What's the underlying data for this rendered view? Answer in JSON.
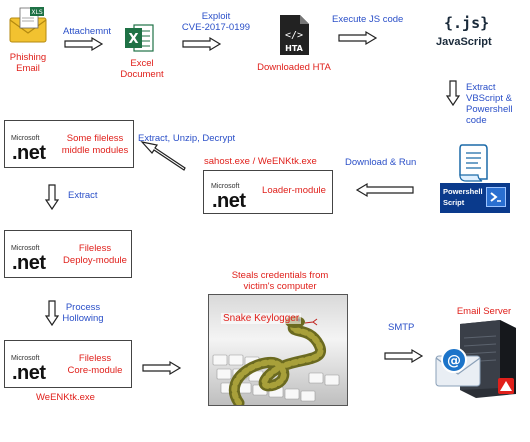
{
  "nodes": {
    "phishing": "Phishing\nEmail",
    "excel": "Excel\nDocument",
    "hta": "Downloaded HTA",
    "hta_tag": "HTA",
    "js_brand": "{.js}",
    "js_name": "JavaScript",
    "powershell_line1": "Powershell",
    "powershell_line2": "Script",
    "module_middle": "Some fileless\nmiddle modules",
    "module_loader": "Loader-module",
    "module_deploy": "Fileless\nDeploy-module",
    "module_core": "Fileless\nCore-module",
    "keylogger": "Snake Keylogger",
    "email_server": "Email Server",
    "net_brand_small": "Microsoft",
    "net_brand": ".net"
  },
  "edges": {
    "attachment": "Attachemnt",
    "exploit": "Exploit\nCVE-2017-0199",
    "execute_js": "Execute JS code",
    "extract_vbs": "Extract VBScript &\nPowershell code",
    "download_run": "Download & Run",
    "extract_unzip": "Extract, Unzip, Decrypt",
    "extract": "Extract",
    "process_hollowing": "Process\nHollowing",
    "steals": "Steals credentials from\nvictim's computer",
    "smtp": "SMTP"
  },
  "captions": {
    "loader_file": "sahost.exe / WeENKtk.exe",
    "core_file": "WeENKtk.exe"
  },
  "colors": {
    "red": "#e0201b",
    "blue": "#2a4fc8",
    "excel_green": "#1e7145",
    "powershell_blue": "#0a3a8c"
  }
}
